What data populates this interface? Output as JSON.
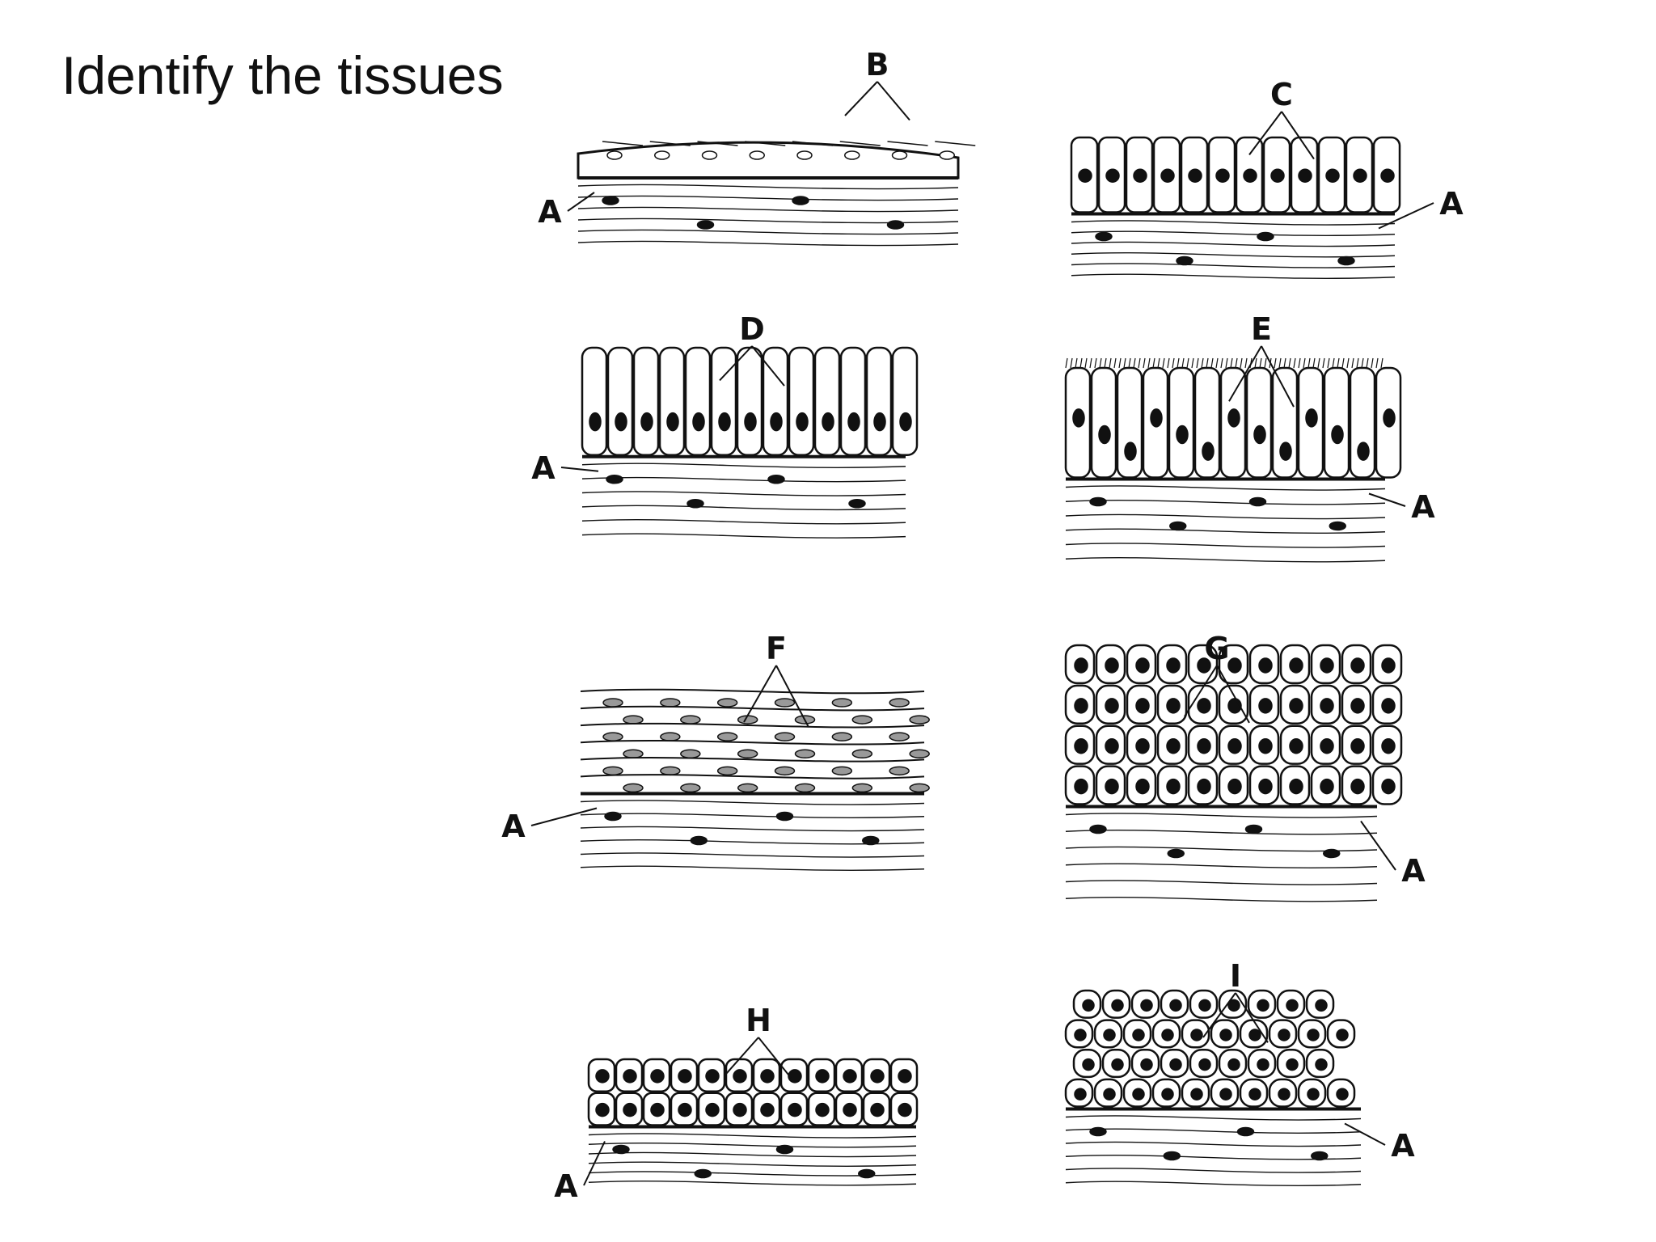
{
  "title": "Identify the tissues",
  "panels": [
    {
      "id": "B",
      "label": "B",
      "cell_type": "squamous-simple",
      "base_label": "A"
    },
    {
      "id": "C",
      "label": "C",
      "cell_type": "cuboidal-simple",
      "base_label": "A"
    },
    {
      "id": "D",
      "label": "D",
      "cell_type": "columnar-simple",
      "base_label": "A"
    },
    {
      "id": "E",
      "label": "E",
      "cell_type": "pseudostratified-ciliated",
      "base_label": "A"
    },
    {
      "id": "F",
      "label": "F",
      "cell_type": "squamous-stratified",
      "base_label": "A"
    },
    {
      "id": "G",
      "label": "G",
      "cell_type": "columnar-stratified",
      "base_label": "A"
    },
    {
      "id": "H",
      "label": "H",
      "cell_type": "cuboidal-stratified",
      "base_label": "A"
    },
    {
      "id": "I",
      "label": "I",
      "cell_type": "transitional",
      "base_label": "A"
    }
  ]
}
